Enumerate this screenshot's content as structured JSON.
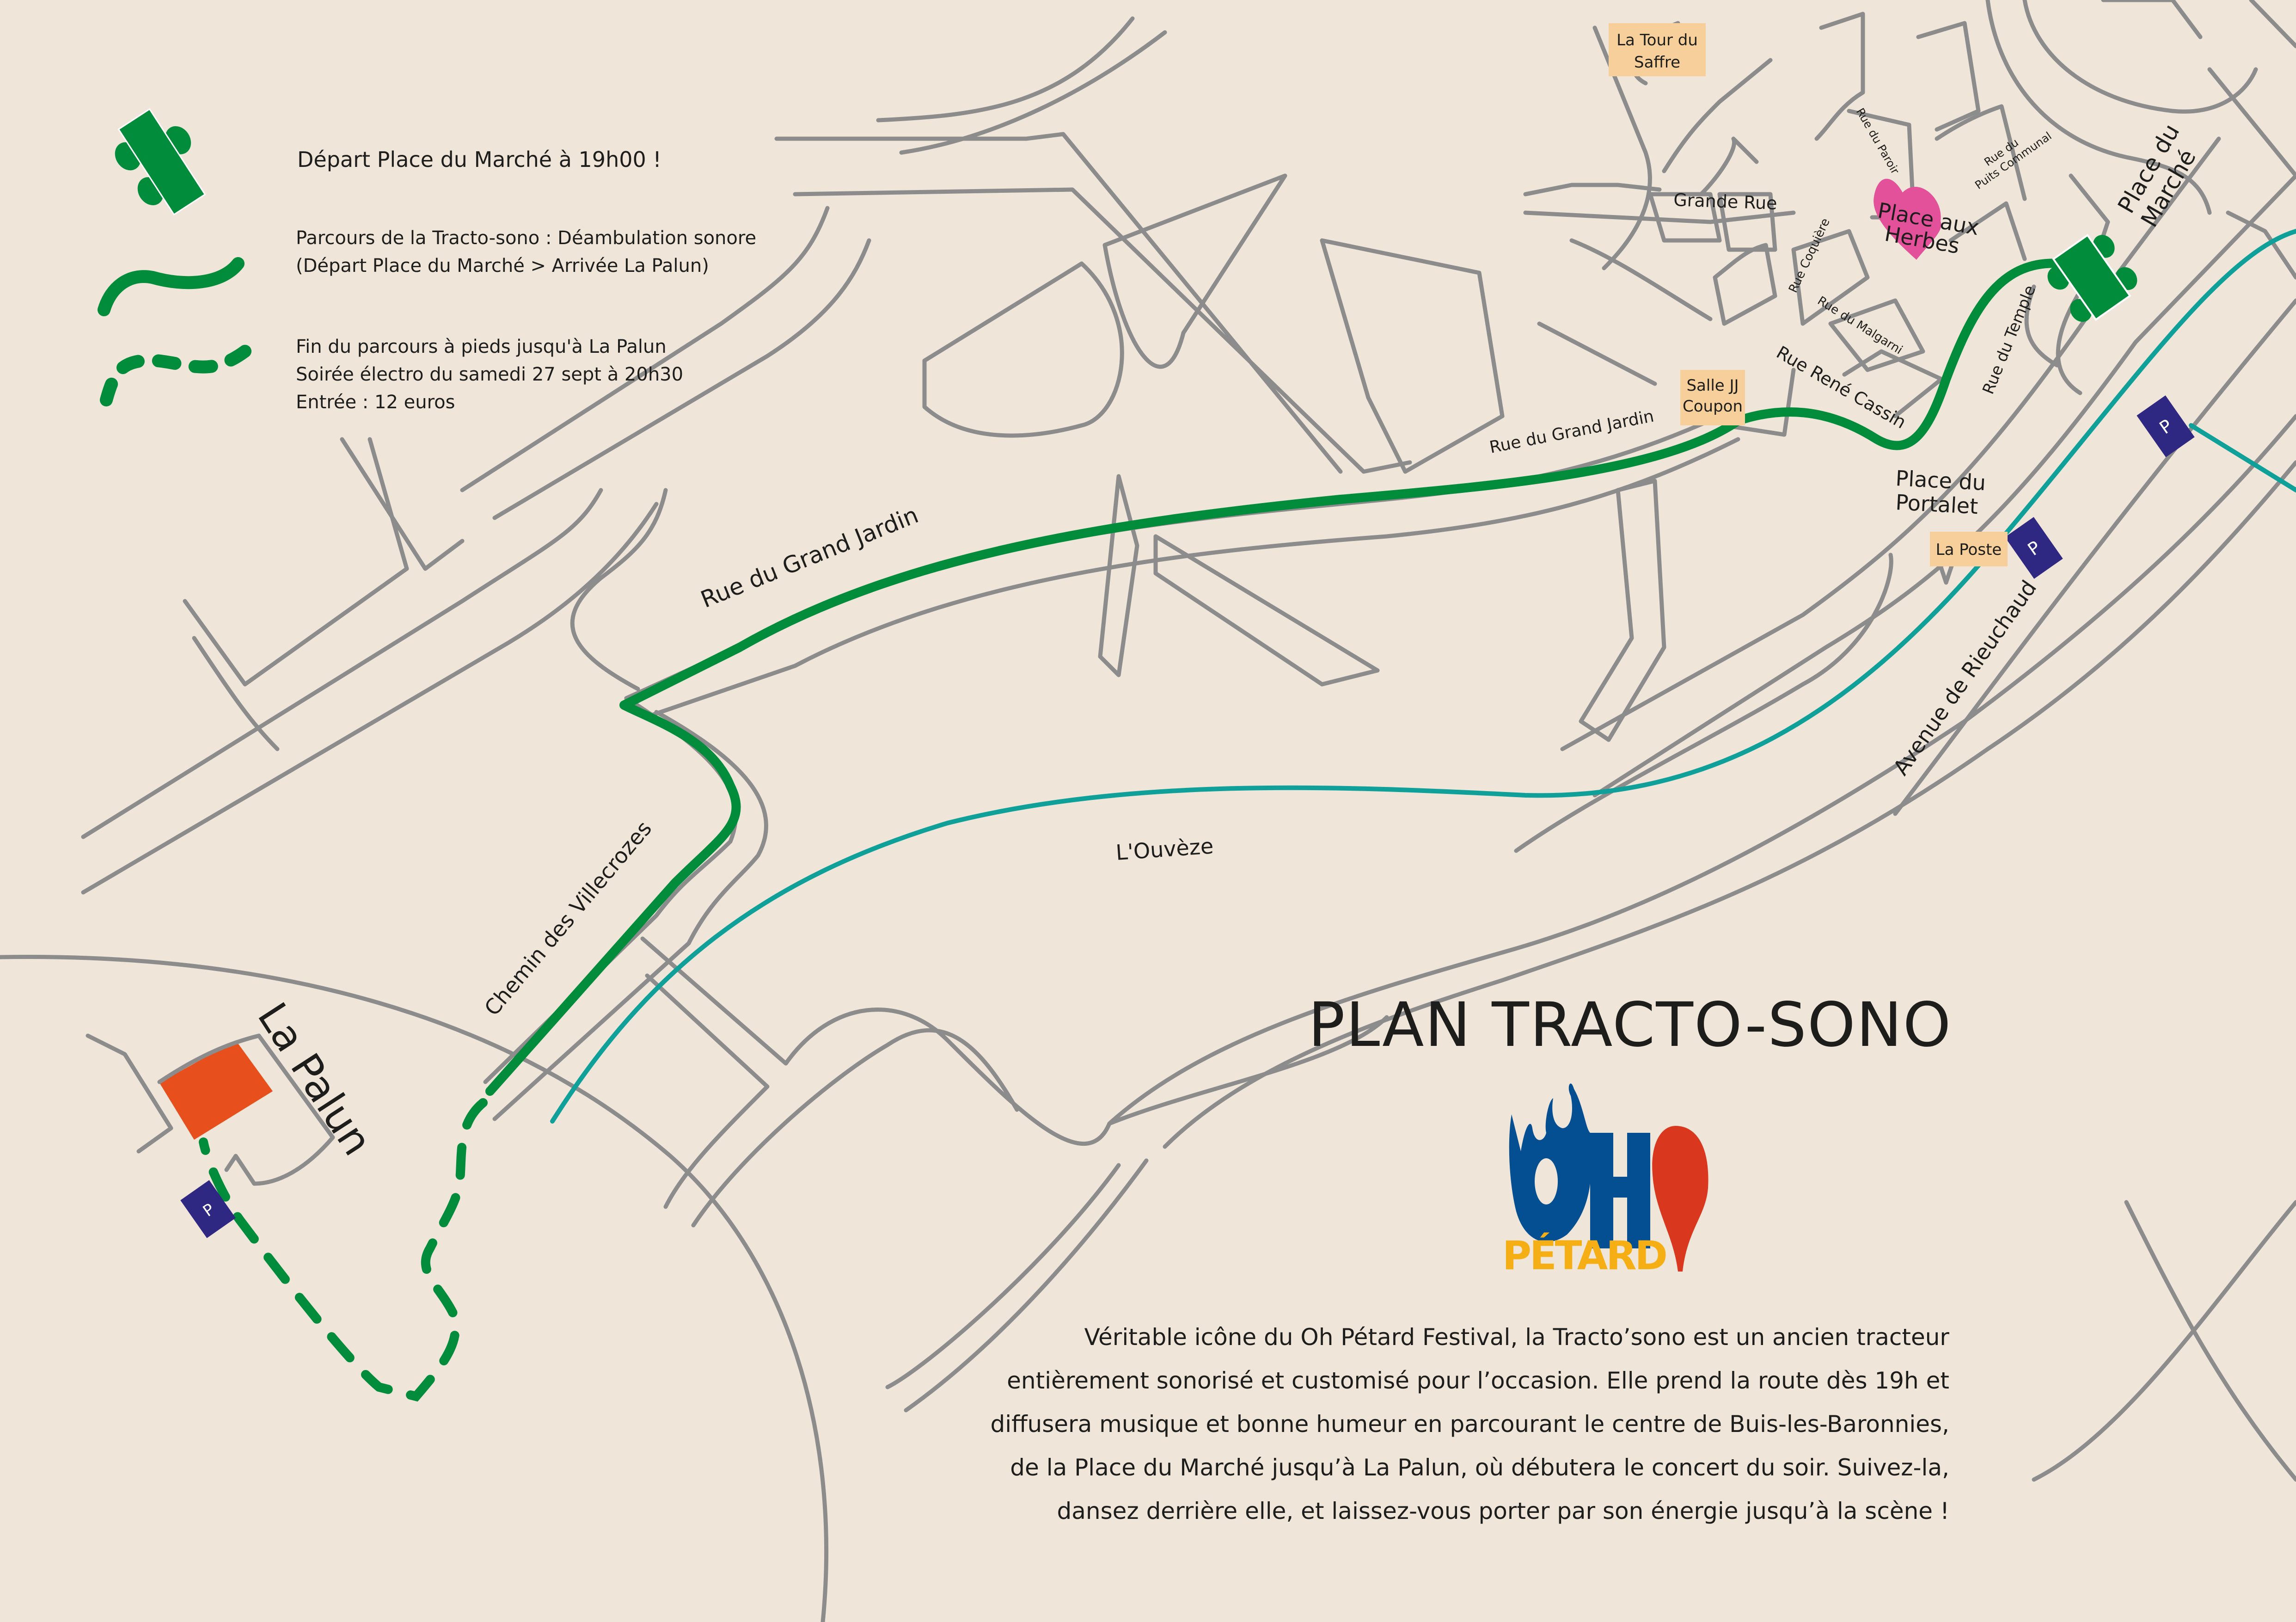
{
  "title": "PLAN TRACTO-SONO",
  "legend": {
    "start": {
      "icon": "tractor-icon",
      "text": "Départ Place du Marché à 19h00 !"
    },
    "route": {
      "icon": "solid-route-line-icon",
      "lines": [
        "Parcours de la Tracto-sono : Déambulation sonore",
        "(Départ Place du Marché > Arrivée La Palun)"
      ]
    },
    "walk": {
      "icon": "dashed-route-line-icon",
      "lines": [
        "Fin du parcours à pieds jusqu'à La Palun",
        "Soirée électro du samedi 27 sept à 20h30",
        "Entrée : 12 euros"
      ]
    }
  },
  "map": {
    "streets": {
      "grand_jardin_west": "Rue du Grand Jardin",
      "grand_jardin_east": "Rue du Grand Jardin",
      "villecrozes": "Chemin des Villecrozes",
      "grande_rue": "Grande Rue",
      "paroir": "Rue du Paroir",
      "puits_communal_1": "Rue du",
      "puits_communal_2": "Puits Communal",
      "coquiere": "Rue Coquière",
      "malgarni": "Rue du Malgarni",
      "rene_cassin": "Rue René Cassin",
      "temple": "Rue du Temple",
      "rieuchaud": "Avenue de Rieuchaud",
      "river": "L'Ouvèze"
    },
    "places": {
      "la_palun": "La Palun",
      "place_aux_herbes_1": "Place aux",
      "place_aux_herbes_2": "Herbes",
      "place_du_marche_1": "Place du",
      "place_du_marche_2": "Marché",
      "place_du_portalet_1": "Place du",
      "place_du_portalet_2": "Portalet"
    },
    "landmarks": {
      "tour_du_saffre_1": "La Tour du",
      "tour_du_saffre_2": "Saffre",
      "salle_jj_1": "Salle JJ",
      "salle_jj_2": "Coupon",
      "la_poste": "La Poste"
    },
    "parking_label": "P"
  },
  "logo": {
    "line1": "OH",
    "line2": "PÉTARD",
    "exclaim": "!"
  },
  "description": [
    "Véritable icône du Oh Pétard Festival, la Tracto’sono est un ancien tracteur",
    "entièrement sonorisé et customisé pour l’occasion. Elle prend la route dès 19h et",
    "diffusera musique et bonne humeur en parcourant le centre de Buis-les-Baronnies,",
    "de la Place du Marché jusqu’à La Palun, où débutera le concert du soir. Suivez-la,",
    "dansez derrière elle, et laissez-vous porter par son énergie jusqu’à la scène !"
  ],
  "colors": {
    "background": "#efe5d9",
    "road": "#8c8c8c",
    "route_green": "#008c3a",
    "river_teal": "#0ea099",
    "landmark_tag": "#f6cf9b",
    "parking": "#2e2882",
    "venue_orange": "#e74f1d",
    "heart_pink": "#e2519a",
    "logo_blue": "#044f91",
    "logo_yellow": "#f6ae15",
    "logo_red": "#d9381e"
  }
}
